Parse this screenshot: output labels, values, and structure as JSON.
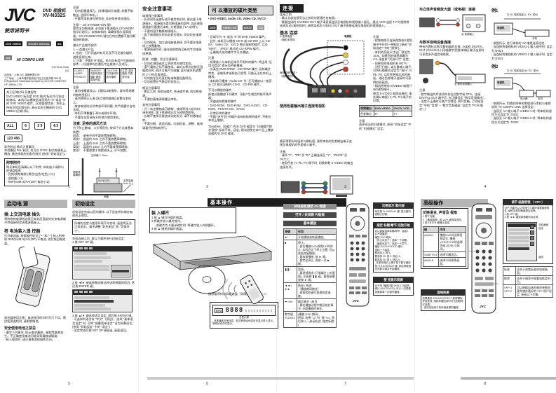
{
  "cover": {
    "brand": "JVC",
    "product": "DVD 视盘机",
    "model": "XV-N332S",
    "manual_title": "使用说明书",
    "badge_dvd": "DVD VIDEO",
    "badge_dolby": "DOLBY DIGITAL",
    "badge_dts": "dts",
    "badge_link": "AV COMPU LINK",
    "doc_code": "GVT0141-004A\n[G]",
    "maker": "出品商：上海 JVC 电器有限公司\n工厂地址：上海市浦东金桥出口加工区金亦路 555 号\ne Registered Trademark licensed by VICTOR COMPANY OF JAPAN, LTD.",
    "region_box": "关于区域代码 及兼容性\nDVD VIDEO 标志是 DVD 格式/标志许可协会的商标。本机可以播放区域号码为 “6” 或含 “6” 的 DVD VIDEO 碟片。区域管理信息：本机上所标识的区域号码, 表示本机可播放的 DVD VIDEO 区域代码。",
    "icons": [
      "ALL",
      "6",
      "3 5",
      "4:3",
      "123 456"
    ],
    "color_note": "彩色制式 格式注意事项\n本机兼容 PAL 制式, 也可在 NTSC 制式电视机上播放, 需选择相应的彩色制式 (参阅 “初始设定”)。",
    "accessories_title": "附带附件",
    "accessories": "购买本机后请确认以下附件, 如有缺少请即与经销商联系：\n- 音频/视频电缆 (黄色/白色/红色) (×1)\n- 遥控器 (×1)\n- R6P(SUM-3)/AA(15F) 电池 (×2)"
  },
  "p1b": {
    "note1": "注意\n- 切勿阻塞通风孔。(如果通风孔堵塞, 热量不能散出, 会损坏本机。)\n- 不要将本机放在狭窄处, 务必保持良好通风。",
    "note2": "注意— ⏻/I STANDBY/ON 键!\n要完全切断电源, 必须拔下电源插头 (STANDBY 指示灯熄灭)。安装本机时, 请确保插头容易插拔。⏻/I STANDBY/ON 键在任何位置都不能切断电源线电源。",
    "laser_title": "激光产品使用说明\n1. 一类激光产品\n2. 危险：打开顶盖时有可见及不可见激光辐射, 避免直视光束。\n3. 注意：不要打开顶盖。机内没有用户可维修的部件, 一切维修均应委托专业维修人员进行。",
    "laser_labels": [
      "CLASS 1 LASER PRODUCT",
      "DANGER: 内部有激光辐射 避免直视光束",
      "CAUTION: 打开盖时有激光辐射",
      "注意: 激光辐射 勿直视光束"
    ],
    "note3": "注意\n- 请勿堵塞通风口。(通风口被报纸、桌布等堵塞时散热受阻。)\n- 请勿将明火火源 (如点燃的蜡烛) 放置在本机上。\n- 废弃电池时必须考虑环境问题, 并严格遵守当地法规。\n- 本机不得暴露于滴水或溅水环境。\n- 不要在浴室或有水的地方使用本机。",
    "vent_title": "注意: 足够的通风方法",
    "vent_body": "为了防止触电、火灾等危险, 按如下方式放置本装置：\n前面：　留有空间不要放置障碍物。\n两侧：　各留约 3cm 之内不要放置障碍物。\n上面：　上面约 5cm 之内不要放置障碍物。\n背面：　背面约 15cm 之内不要放置障碍物。\n底部：　不要放置于地毯或床上, 水平放置。",
    "vent_top": "空间最少 15cm",
    "vent_wall": "墙壁或障碍物",
    "vent_model": "XV-N332S",
    "vent_front": "前面",
    "vent_stand": "支撑高度 5cm 以上",
    "vent_floor": "地面"
  },
  "p2a": {
    "title": "安全注意事项",
    "b1": "电源线注意事项\n- 长时间外出旅行或不使用本机时, 建议拔下电源插头。电源插头是切断电源的部件, 务必使电源插座尽量靠近本机, 方便插拔 (“LA 说明”)。\n- 不要用湿手触摸电源插头。\n- 拔下电源插头时务必抓住插头, 切勿拉扯电源线。\n- 切勿损伤、加工或扭曲电源线, 也不要在电源线上放置重物。\n- 电源线损坏时, 请向经销商购买新的专用电源线更换。",
    "b2": "防潮、结露、积尘注意事项\n- 切勿在潮湿或灰尘多的地方使用本机。\n- 湿气凝结之际不要使用。本机从寒冷处移至温暖房间时, 机内可能产生结露, 此时请开机放置约 2 小时后再使用。\n- 切勿放在阳光直射处或取暖设备附近。\n- 切勿放置在不稳定的台面上。",
    "b3": "搬运注意事项\n- 搬运之前, 先取出碟片, 关闭碟片舱, 再切断电源。\n- 不要拉着电源线搬运本机。",
    "b4": "其他注意事项\n- 万一有金属物或可燃物、液体等进入机内时, 请先关机, 拔下电源插头后与经销商联系。\n- 长期不使用可能造成功能失灵, 请不时通电运转。\n- 不要分解、改造机器。内部检查、调整、维修请委托经销商进行。"
  },
  "p2b": {
    "title": "可 以播放的碟片类型",
    "line1": "• DVD VIDEO, Audio CD, Video CD, SVCD",
    "logos": [
      "DVD",
      "VIDEO CD",
      "SVCD",
      "CD"
    ],
    "b1": "- 区域号为 “6” 或含 “6” 的 DVD VIDEO 碟片。\n- 此外, 本机可以播放 CD-R 或 CD-RW 上以 CD-DA、Video CD、SVCD 格式录制的碟片, 以及 “MP3”、“JPEG” 格式的 CD-R/RW 碟片。\n- 正确制式化的碟片才可以播放。",
    "b2": "注意\n- 如果放入与本机区域号不相符的碟片, 将出现 “区域号错误” 提示而不能播放。\n- 对某些 DVD-R/RW、CD-R/RW 碟片, 因其碟片特性、录制条件或损伤污垢等, 可能无法在本机上播放。\n- 本机除可播放 “Audio CD” 外, 还可播放以一般音乐 CD 格式录制的 CD-R、CD-RW 碟片。",
    "b3": "不可以播放的碟片\n即使试图播放下列碟片, 可能产生噪音并损坏扬声器：\n- 弯曲或有裂缝的碟片\n- DVD-ROM、DVD-RAM、DVD AUDIO、CD-ROM、PHOTO CD、SACD\n- 异常形状的碟片\n- 不圆 (名片型) 的碟片或有粘贴物的碟片, 不能在本机上播放。",
    "b4": "“DualDisc（双碟）” 的非 DVD 碟面与 “压缩碟片数字音频” 标准不符。因此, 建议避免在本产品上播放双碟的非 DVD 碟面。"
  },
  "p3": {
    "title": "连接",
    "intro": "连接之前\n- 确认全部连接妥当之前切勿接通任何电源。\n- 需要连接的 S/VIDEO OUT 端子请直接连接至电视机的视频输入插孔。通过 VCR 连接 TV 时视频将出现抖动 (复制保护), 请将本机的 VIDEO OUT 端子直接连接至电视机的视频输入。",
    "sub1": "基本 连接",
    "lbl_svideo": "S-视频电缆 *\n（随机未提供）",
    "lbl_tv": "电视机",
    "lbl_av": "音频/视频电缆 *\n（随机提供）",
    "lbl_yellow": "黄色",
    "lbl_white": "白色",
    "lbl_red": "红色",
    "notes": "注意\n- 视频电缆可连接视频或S视频端子中任何一种制式 (参阅 “初始设定” 中的 “视频”)。\n- 本机的荧屏尺寸出厂预设为 16:9。如果您的电视屏幕为 4:3, 请变更 “荧屏尺寸” 设定。\n- 如果您的电视机有 HDTV（逐行扫描）或分量输入端子, 可将扫描模式设定为 “逐行” (Y, Pb, Pr), 以欣赏更高品质的画面。通过色差端子连接时可获得较高画质。\n* 随机附带的 S/VIDEO 电缆只有S视频端子。\n使用 S-VIDEO 电缆连接时, 请先确认电视 (Y, Pb, Pr) 端子的位置。",
    "sub2": "使用色差输出端子连接电视机",
    "comp_text": "要获得更好的画质与解析度, 请将本机的色差输出端子连接至电视机的色差输入端子。",
    "comp_lbl": "色差输入/视频输入",
    "comp_notes": "注意\n- 请将 “Y”、“Pb” 及 “Pr” 正确连接至 “Y”、“Pb/Cb” 及 “Pr/Cr”。\n- 使用色差 (Y, Pb, Pr) 端子时, 切换参数 S-VIDEO 的输出连接形式。",
    "tbl_h": [
      "视频输出",
      "DVD VIDEO",
      "SVCD, VCD"
    ],
    "tbl_r": [
      "色差输出",
      "PI",
      "PI"
    ],
    "tbl_note": "注意\n选择适当的扫描模式, 参阅 “初始设定” 中的 “扫描模式” 设定。"
  },
  "p4": {
    "h1": "与立体声音频放大器（或电视）连接",
    "lbl_ain": "至 音频输入",
    "h2": "与数字音响设备连接",
    "d2_text": "带有内置杜比数字解码器的功放, 与本机 DIGITAL OUT (COAXIAL) [同轴数字音频(单端)] 端子连接时可享受多声道音响效果。",
    "lbl_din": "至 数码音频输入",
    "notes": "注意\n- 数字输出的片源须符合杜比数字或 DTS。连接 DIGITAL OUT 端子后, 应正确设定 “数字音频输出”。\n- 设定不正确时可能产生噪音, 损坏音箱。(“初始设定” 中的 “音频” – “数字音频输出” 设定为 “PCM 限定”。)",
    "ex1": "例1",
    "ex1_cable": "与 AV 电缆连接 (L, EX, 或M)",
    "ex1_tv": "电视机",
    "ex1_unit": "本机",
    "ex1_note": "- 按图所示, 进行本机的 AV 电缆连接设定：\n- 当连接到电视机的 VIDEO-1 输入端子时, 设定为 DVD1\n- 当连接到电视机的 VIDEO-2 输入端子时, 设定为 DVD2",
    "ex2": "例2",
    "ex2_cable": "与 AV 电缆连接 (M, EX, 或M)",
    "ex2_tv": "电视机",
    "ex2_amp": "放大器",
    "ex2_unit": "本机",
    "ex2_note": "- 按图所示, 用随机附带的电缆进行本机与电视机的 AV COMPU LINK 连接设定：\n- 连接至 AV 输入端子 VIDEO-1 时: 将本机的遥控方式设定为: DVD1\n- 连接至 AV 输入端子 VIDEO-2 时: 将本机的遥控方式设定为: DVD2"
  },
  "p5a": {
    "title": "启动电 源",
    "h1": "插 上交流电源 插头",
    "b1": "将附带的电源线连接至本机后面板的交流电源端子并插接到交流电源插座上。",
    "h2": "将 电池装入遥 控器",
    "b2": "打开电池盖, 按照极性标记 (“+” 和 “-”) 装入附带的 R6P(SUM-3)/AA(15F) 干电池, 然后装回电池盖。",
    "b3": "遥控器使用注意：电池使用时间约为六个月。感应距离变短时, 请更换电池。",
    "h3": "安全使用电池之禁忌",
    "b4": "- 遵守下列事项, 防止电池漏液、破裂等事故发生。不正确使用电池可能导致漏液或破裂：\n- 装入电池时, 请注意电池的极性方向。"
  },
  "p5b": {
    "title": "初始设定",
    "b1": "初始设定完成以后的操作, 以下设定将存储在电视机上使用。",
    "warn": "所做的设定与使用环境不符合时, 画面将无法正常显示。请予调整 “彩色制式” 和 “荧屏尺寸”。",
    "b2": "完成连接之后, 按以下顺序进行初始设定：\n1 按 SET UP 键。",
    "b3": "2 按 ◄/► 键或参数间移动并选择想要的项目, 然后按 ENTER 键。",
    "b4": "3 按 ▲/▼ 键选择语言设定, 然后按 ENTER 键。\n- 可选择的语言有 “中文”（预设）。选择 “基本语言设定” 时, 可将 “屏幕菜单语言” 设为所需语言。(参阅 “初始设定” 中的 “语言”)\n- 设定完成后按 SET UP 键退出, 画面返回。"
  },
  "p6": {
    "title": "基本操作",
    "load_title": "装 入碟片",
    "load_steps": "1 按 ▲ 键打开碟片舱盖。\n2 将碟片放入碟片舱中。\n　- 若碟片为 8 厘米碟片时, 将碟片放入内侧圆环。\n3 按 ▲ 键关闭碟片舱盖。",
    "saver_note": "播放暂停时的屏幕遮盖（伴随图标显示：▯ ≡）",
    "disp_label": "总显示屏",
    "disp_brand": "DVD",
    "disp_digits": "8888",
    "disp_note": "- 多数播放时间信息、制式和剩余信息在总显示屏上显示。常规状态亦时显示。"
  },
  "p7": {
    "bar1": "将电视机调至 AV 频道",
    "bar2": "打开 / 关闭碟 片舱盖",
    "bar3": "基本播放",
    "th_key": "按键",
    "th_use": "作用",
    "rows": [
      {
        "k": "►*",
        "v": "开始播放或恢复播放。"
      },
      {
        "k": "■",
        "v": "停止。\n- 若在播放DVD/视频CD时停止, 本机会记下停止位置, 可从该处恢复播放。\n- 要恢复播放, 按 ► 键。\n- 要完全停止, 再按一次 ■ 键。"
      },
      {
        "k": "❚❚*",
        "v": "暂停。\n- 要逐帧推进 (只限碟片上的画面), 反复按 ❚❚ 键。要恢复播放按 ► 键。"
      },
      {
        "k": "◄◄ / ►►",
        "v": "快退 / 快进\n（播放期间按住）\n- 再按相应键可变换检索速度。"
      },
      {
        "k": "⏮ / ⏭",
        "v": "跳至章节 / 曲目\n- 要在播放过程中跳至前后章节, 分段播放时按住。"
      },
      {
        "k": "数字键\nPLUS10",
        "v": "(播放 DVD 期间)\n例如: 选择 “12” 时, 按 +10, 然后按 2。(参阅右述 “指定标题” )"
      }
    ],
    "c1_title": "切换显示 窗内容",
    "c1_body": "每次按 FL DISPLAY 键, 显示窗内容随之切换。",
    "c2_title": "指定 标题/章节 回放开始",
    "c2_body": "可以直接选择标题/章节（曲目）并开始播放：\n播放 DVD 碟片:\n（停止状态下）选择一个标题。\n（播放状态下）选择一个章节。\n播放 SVCD/VCD/CD 碟片:\n选择一个曲目。\n要选择 5: 按 5。\n要选择 23: 按 2, 然后 3。\n要选择 40: 按 4, 然后 0。\n- 在某些碟片上需于按下数字键前按 TITLE/GROUP 键, 然后再按相应的数字键并开始播放。",
    "c3_title": "使 用显示荧屏",
    "c3_body": "对于带 “播放控制 (PBC)” 功能的碟片 (SVCD/VCD), 可以一边观看荧屏菜单一边操作播放。",
    "remote_brand": "JVC"
  },
  "p8": {
    "title": "高级操作",
    "h1": "切换语言, 声音及 视角",
    "steps": "1 按下列键。\n2 （播放期间）按 ▲/▼ 键选择选项。\n3 按 ENTER 键确认选择。",
    "th_key": "键",
    "th_use": "作用",
    "rows": [
      {
        "k": "AUDIO",
        "v": "播放DVD时选择音频语言; 播放VCD/SVCD时选择声道 (左/右/立体声)。"
      },
      {
        "k": "SUBTITLE",
        "v": "选择字幕语言。"
      },
      {
        "k": "ANGLE",
        "v": "选择不同视角画面。"
      }
    ],
    "h2": "音响效果",
    "h2_body": "如果要用 SOUND EFFECT 获得模拟环绕音效, 用扬声器回放时可达到剧场式效果。\n- 该设定适用于双声道音源的播放。",
    "vfp_title": "调节 画面特性（ VFP ）",
    "vfp_body": "VFP 功能可以让你按个人喜好调整画面特性, 使欣赏到的画面更加自然。\n1 按 VFP 键。\n2 按 ◄/► 键选择想要的设定项。",
    "vfp_cur": "当前画面\n设定",
    "vfp_back": "返回",
    "vfp_rows": [
      {
        "k": "标准",
        "v": "适合于观看标准的电视画面。"
      },
      {
        "k": "影院",
        "v": "适合于暗室中观看电影类节目。"
      },
      {
        "k": "VFP 1\nVFP 2",
        "v": "可以根据自选的画质参数创建并储存喜好的 VFP 用户设定, 参阅以下步骤。"
      }
    ],
    "remote_brand": "JVC"
  },
  "pagenums": [
    "1",
    "2",
    "3",
    "4",
    "5",
    "6",
    "7",
    "8"
  ]
}
